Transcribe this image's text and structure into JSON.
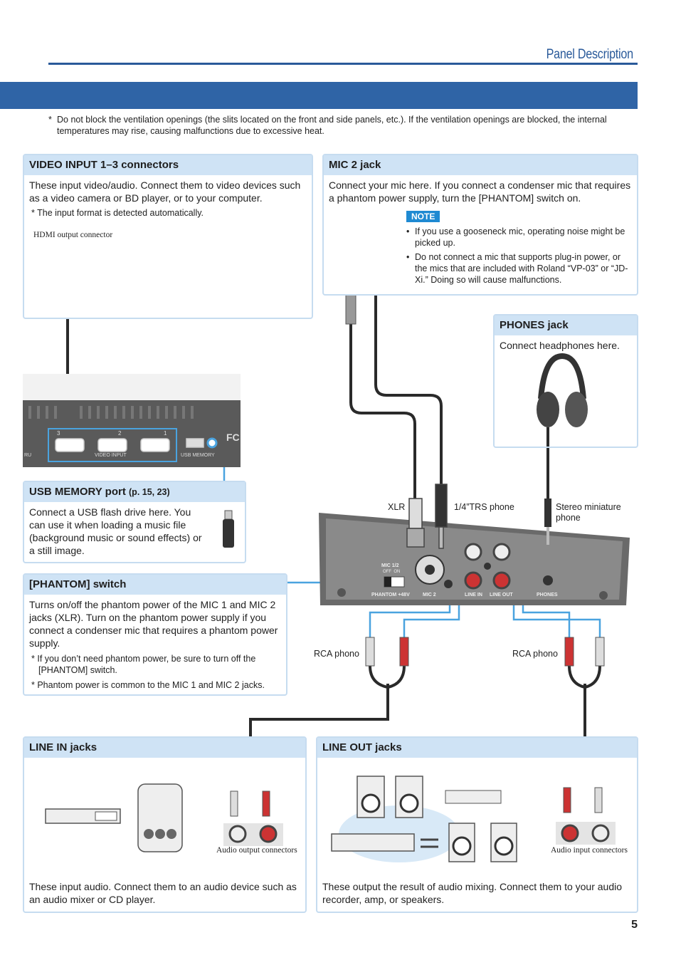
{
  "header": {
    "title": "Panel Description",
    "page_number": "5"
  },
  "top_note": {
    "asterisk": "*",
    "text": "Do not block the ventilation openings (the slits located on the front and side panels, etc.). If the ventilation openings are blocked, the internal temperatures may rise, causing malfunctions due to excessive heat."
  },
  "video_input": {
    "title": "VIDEO INPUT 1–3 connectors",
    "body": "These input video/audio. Connect them to video devices such as a video camera or BD player, or to your computer.",
    "note": "* The input format is detected automatically.",
    "hdmi_label": "HDMI output connector"
  },
  "mic2": {
    "title": "MIC 2 jack",
    "body": "Connect your mic here. If you connect a condenser mic that requires a phantom power supply, turn the [PHANTOM] switch on.",
    "note_badge": "NOTE",
    "bullets": [
      "If you use a gooseneck mic, operating noise might be picked up.",
      "Do not connect a mic that supports plug-in power, or the mics that are included with Roland “VP-03” or “JD-Xi.” Doing so will cause malfunctions."
    ]
  },
  "phones": {
    "title": "PHONES jack",
    "body": "Connect headphones here."
  },
  "usb": {
    "title": "USB MEMORY port",
    "ref": "(p. 15, 23)",
    "body": "Connect a USB flash drive here. You can use it when loading a music file (background music or sound effects) or a still image."
  },
  "phantom": {
    "title": "[PHANTOM] switch",
    "body": "Turns on/off the phantom power of the MIC 1 and MIC 2 jacks (XLR). Turn on the phantom power supply if you connect a condenser mic that requires a phantom power supply.",
    "notes": [
      "If you don’t need phantom power, be sure to turn off the [PHANTOM] switch.",
      "Phantom power is common to the MIC 1 and MIC 2 jacks."
    ]
  },
  "line_in": {
    "title": "LINE IN jacks",
    "body": "These input audio. Connect them to an audio device such as an audio mixer or CD player.",
    "connector_label": "Audio output connectors"
  },
  "line_out": {
    "title": "LINE OUT jacks",
    "body": "These output the result of audio mixing. Connect them to your audio recorder, amp, or speakers.",
    "connector_label": "Audio input connectors"
  },
  "device_labels": {
    "xlr": "XLR",
    "trs": "1/4”TRS phone",
    "stereo_mini": "Stereo miniature phone",
    "rca_left": "RCA phono",
    "rca_right": "RCA phono",
    "video_input_panel": "VIDEO INPUT",
    "usb_panel": "USB MEMORY",
    "port_3": "3",
    "port_2": "2",
    "port_1": "1",
    "mic12": "MIC 1/2",
    "off_on": "OFF  ON",
    "phantom_panel": "PHANTOM +48V",
    "mic2_panel": "MIC 2",
    "line_in_panel": "LINE IN",
    "line_out_panel": "LINE OUT",
    "phones_panel": "PHONES",
    "fc": "FC",
    "ru": "RU"
  },
  "colors": {
    "accent": "#2f64a6",
    "box_header": "#cfe3f5",
    "box_border": "#c6dcf0",
    "callout": "#4aa3df"
  }
}
